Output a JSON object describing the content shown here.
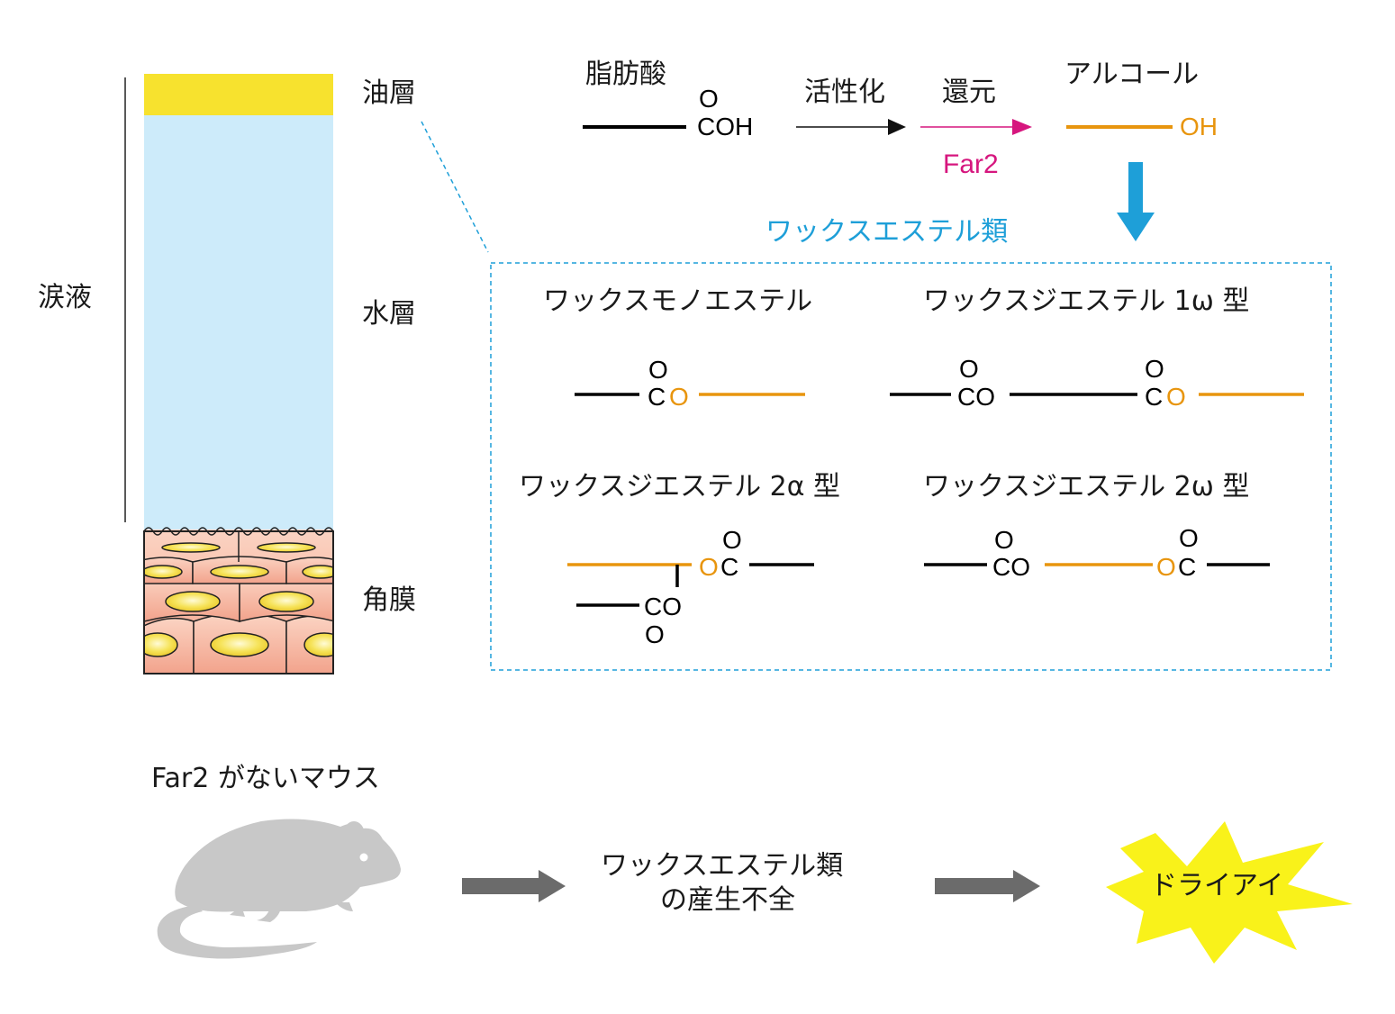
{
  "layers": {
    "tear_film": "涙液",
    "oil_layer": "油層",
    "water_layer": "水層",
    "cornea": "角膜"
  },
  "pathway": {
    "fatty_acid": "脂肪酸",
    "fatty_acid_O": "O",
    "fatty_acid_COH": "COH",
    "activation": "活性化",
    "reduction": "還元",
    "enzyme": "Far2",
    "alcohol": "アルコール",
    "alcohol_OH": "OH"
  },
  "wax_esters": {
    "group_title": "ワックスエステル類",
    "mono_ester": "ワックスモノエステル",
    "diester_1w": "ワックスジエステル 1ω 型",
    "diester_2a": "ワックスジエステル 2α 型",
    "diester_2w": "ワックスジエステル 2ω 型",
    "atom_C": "C",
    "atom_O": "O",
    "group_CO": "CO"
  },
  "mouse_flow": {
    "title": "Far2 がないマウス",
    "defect_line1": "ワックスエステル類",
    "defect_line2": "の産生不全",
    "result": "ドライアイ"
  },
  "colors": {
    "oil": "#F7E22E",
    "water": "#CDEBFA",
    "cell": "#F5B09A",
    "nucleus": "#F3DB2E",
    "alcohol_chain": "#E8950E",
    "far2": "#D6167E",
    "wax_blue": "#1E9FD8",
    "flow_arrow": "#6B6B6B",
    "mouse": "#C8C8C8",
    "burst": "#F9F21A"
  }
}
